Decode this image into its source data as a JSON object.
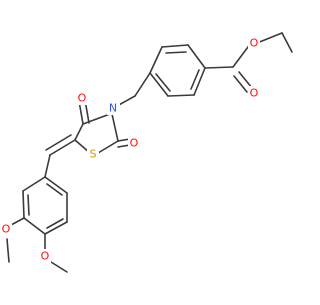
{
  "molecule": {
    "atoms": {
      "o_ester_double": "O",
      "o_ester_single": "O",
      "n_ring": "N",
      "o_ring_top": "O",
      "o_ring_right": "O",
      "s_ring": "S",
      "o_methoxy_upper": "O",
      "o_methoxy_lower": "O"
    },
    "colors": {
      "bond": "#3a3a3a",
      "oxygen": "#ff0d0d",
      "nitrogen": "#3050f8",
      "sulfur": "#c8a000"
    }
  }
}
